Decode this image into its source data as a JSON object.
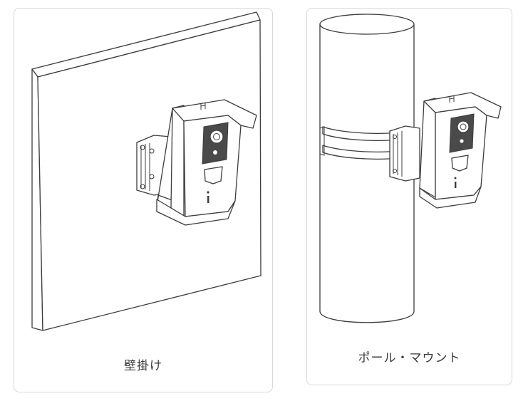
{
  "options": [
    {
      "caption": "壁掛け",
      "icon": "wall-mount-camera-illustration"
    },
    {
      "caption": "ポール・マウント",
      "icon": "pole-mount-camera-illustration"
    }
  ]
}
